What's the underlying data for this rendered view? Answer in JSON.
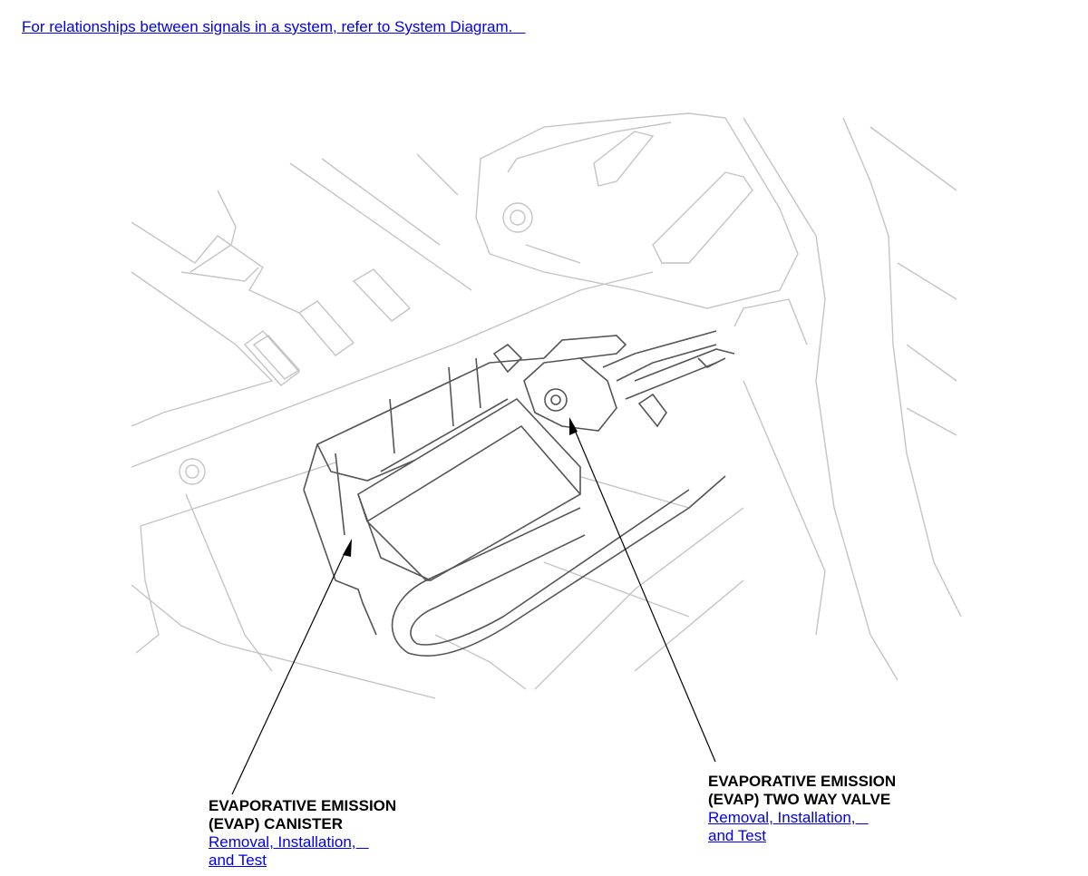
{
  "header": {
    "system_diagram_link": "For relationships between signals in a system, refer to System Diagram.   "
  },
  "callouts": [
    {
      "title_line1": "EVAPORATIVE EMISSION",
      "title_line2": "(EVAP) CANISTER",
      "link_line1": "Removal, Installation,   ",
      "link_line2": "and Test"
    },
    {
      "title_line1": "EVAPORATIVE EMISSION",
      "title_line2": "(EVAP) TWO WAY VALVE",
      "link_line1": "Removal, Installation,   ",
      "link_line2": "and Test"
    }
  ],
  "colors": {
    "link": "#0000ee",
    "drawing_light": "#c4c4c4",
    "drawing_dark": "#555555"
  }
}
